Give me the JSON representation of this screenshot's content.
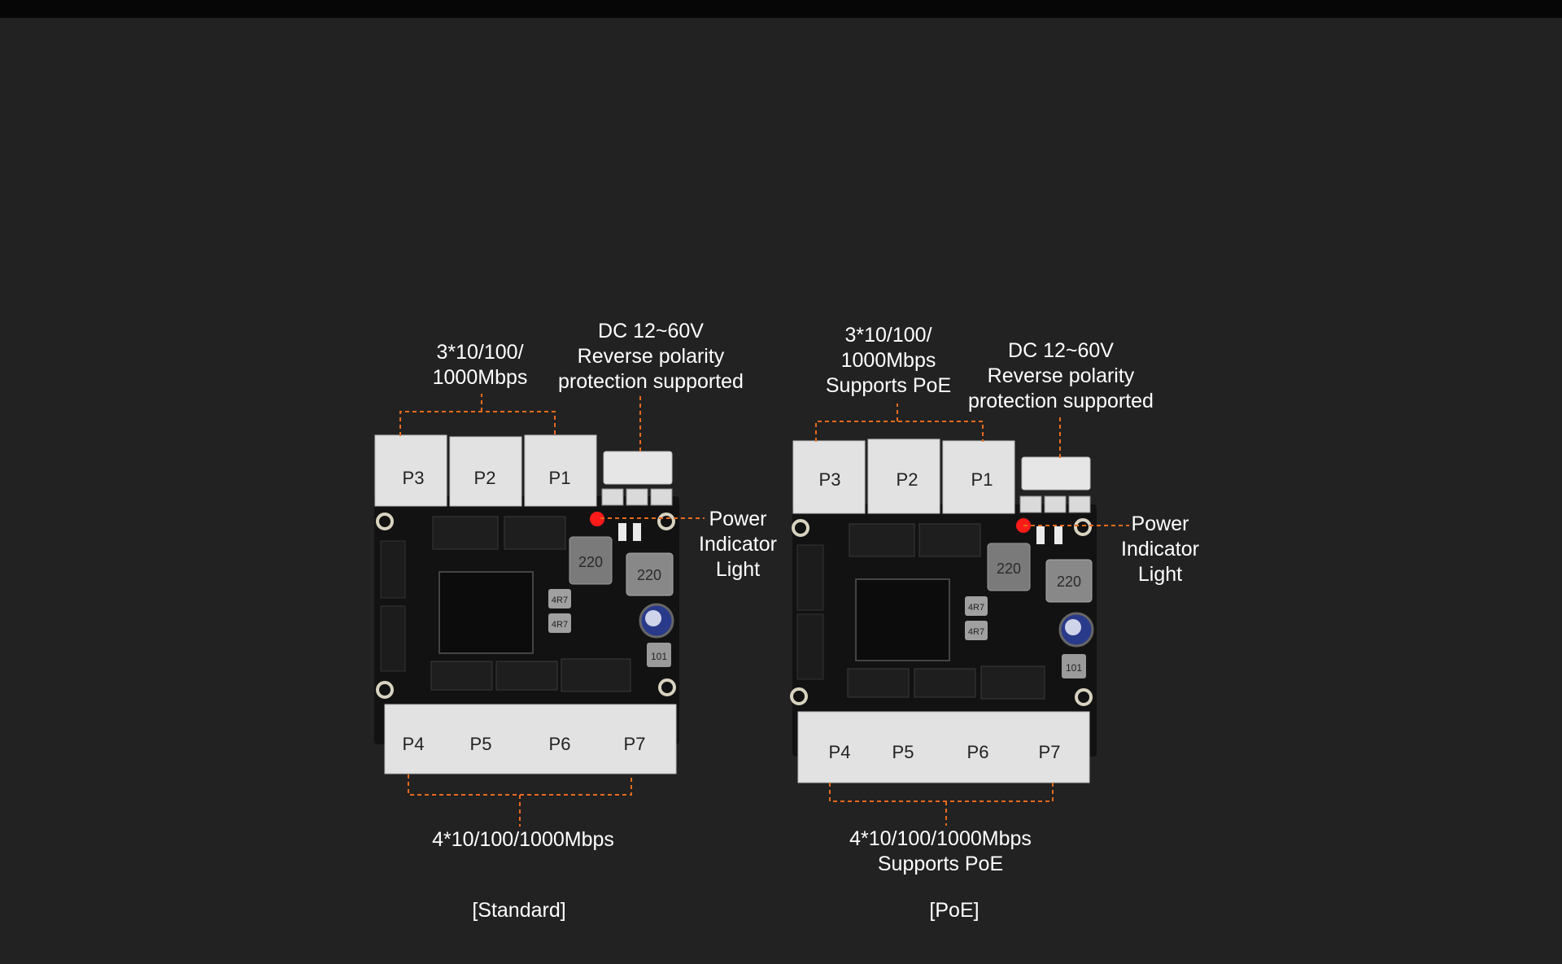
{
  "colors": {
    "background": "#222222",
    "leader_line": "#e86a1e",
    "pcb": "#121212",
    "port_metal": "#e2e2e2",
    "led": "#ff1a1a"
  },
  "boards": [
    {
      "id": "standard",
      "caption": "[Standard]",
      "top_ports": [
        "P3",
        "P2",
        "P1"
      ],
      "bottom_ports": [
        "P4",
        "P5",
        "P6",
        "P7"
      ],
      "top_ports_label": [
        "3*10/100/",
        "1000Mbps"
      ],
      "power_label": [
        "DC 12~60V",
        "Reverse polarity",
        "protection supported"
      ],
      "led_label": [
        "Power",
        "Indicator",
        "Light"
      ],
      "bottom_ports_label": [
        "4*10/100/1000Mbps"
      ],
      "inductor_marks": [
        "220",
        "220",
        "4R7",
        "4R7",
        "101"
      ]
    },
    {
      "id": "poe",
      "caption": "[PoE]",
      "top_ports": [
        "P3",
        "P2",
        "P1"
      ],
      "bottom_ports": [
        "P4",
        "P5",
        "P6",
        "P7"
      ],
      "top_ports_label": [
        "3*10/100/",
        "1000Mbps",
        "Supports PoE"
      ],
      "power_label": [
        "DC 12~60V",
        "Reverse polarity",
        "protection supported"
      ],
      "led_label": [
        "Power",
        "Indicator",
        "Light"
      ],
      "bottom_ports_label": [
        "4*10/100/1000Mbps",
        "Supports PoE"
      ],
      "inductor_marks": [
        "220",
        "220",
        "4R7",
        "4R7",
        "101"
      ]
    }
  ]
}
